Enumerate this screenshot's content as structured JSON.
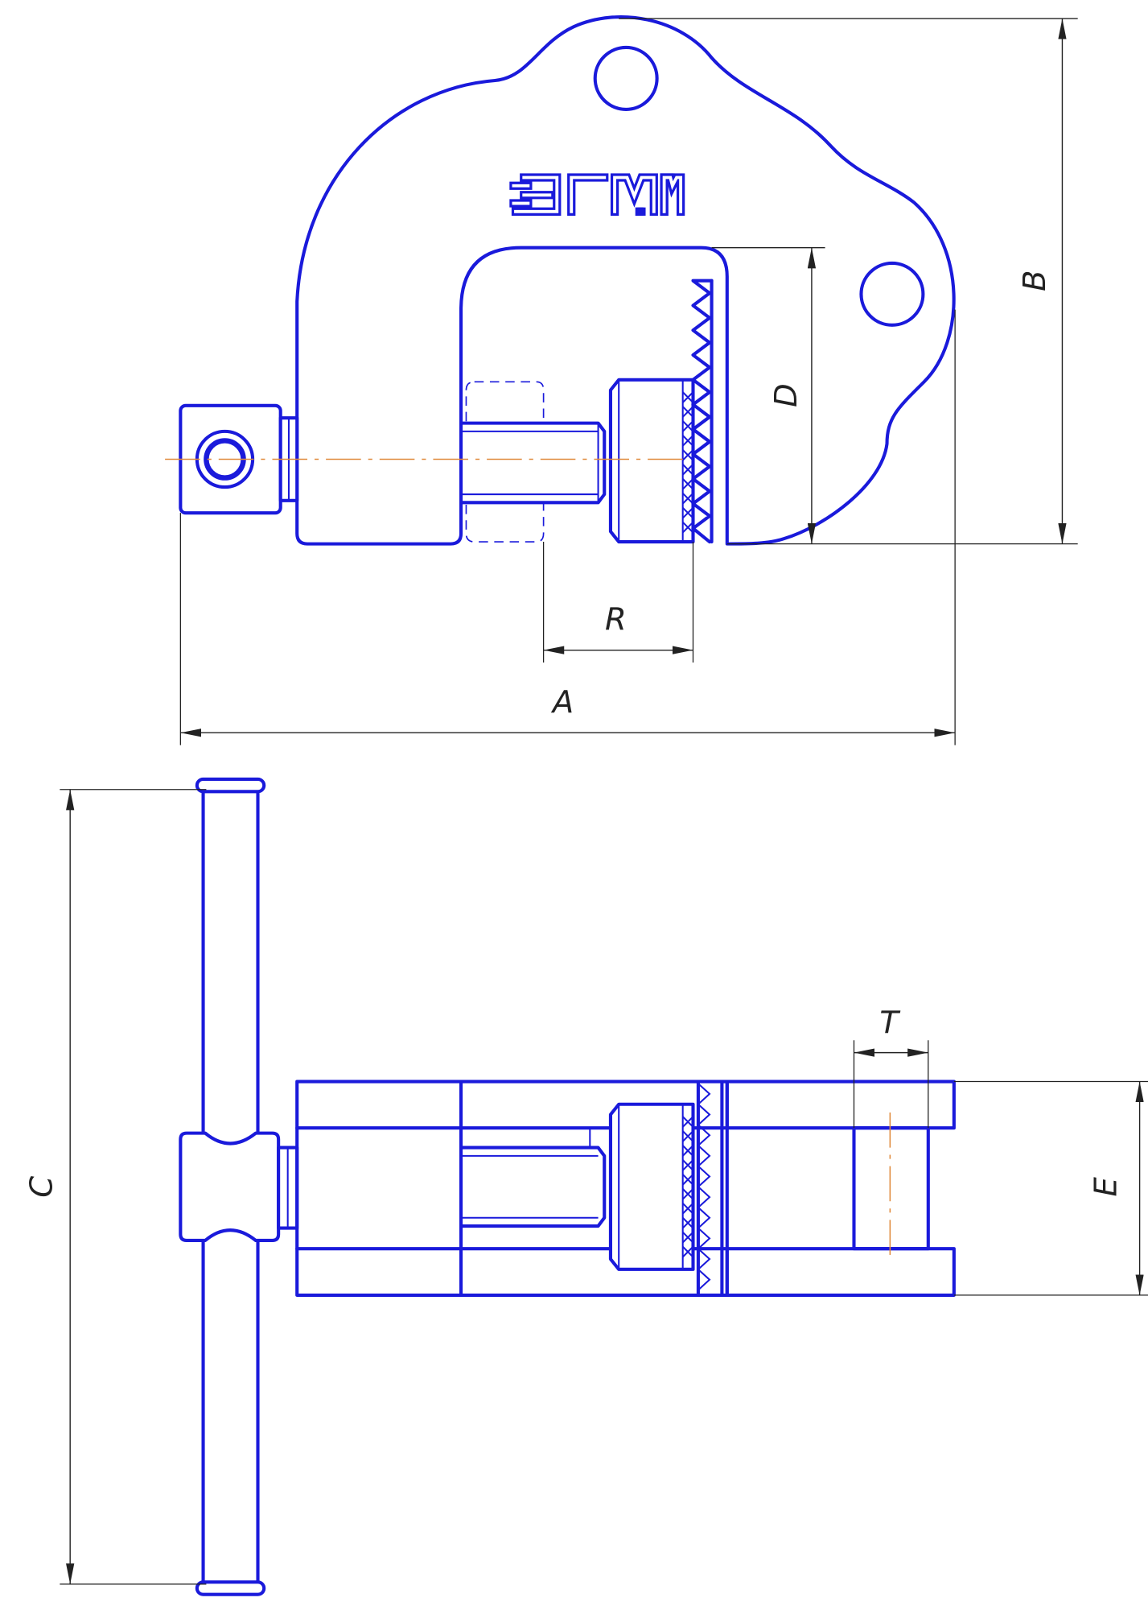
{
  "drawing": {
    "logo_text": "ЭГММ",
    "labels": {
      "a": "A",
      "b": "B",
      "c": "C",
      "d": "D",
      "e": "E",
      "r": "R",
      "t": "T"
    }
  },
  "colors": {
    "line": "#1a1adb",
    "dim": "#222222",
    "center": "#e0893a"
  }
}
